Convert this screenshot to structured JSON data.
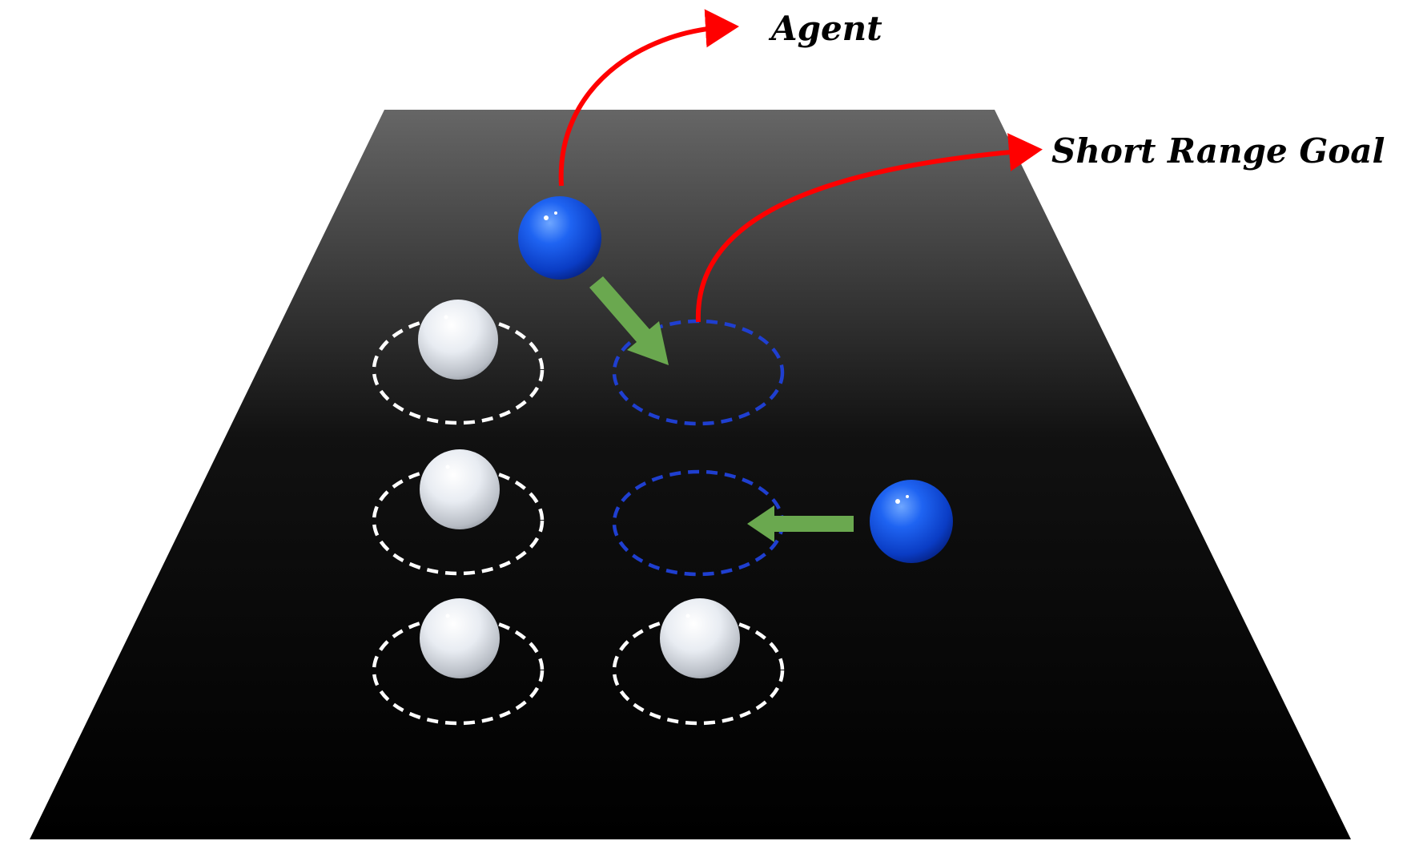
{
  "labels": {
    "agent": "Agent",
    "short_range_goal": "Short Range Goal"
  },
  "colors": {
    "callout_arrow": "#ff0000",
    "motion_arrow": "#6aa84f",
    "agent_sphere": "#1155ee",
    "static_sphere": "#e6eaf0",
    "goal_ring_agent": "#1f3fd0",
    "goal_ring_static": "#ffffff",
    "floor_top": "#666666",
    "floor_bottom": "#000000"
  },
  "scene": {
    "agents": 2,
    "static_spheres": 4,
    "empty_goal_rings": 2
  }
}
